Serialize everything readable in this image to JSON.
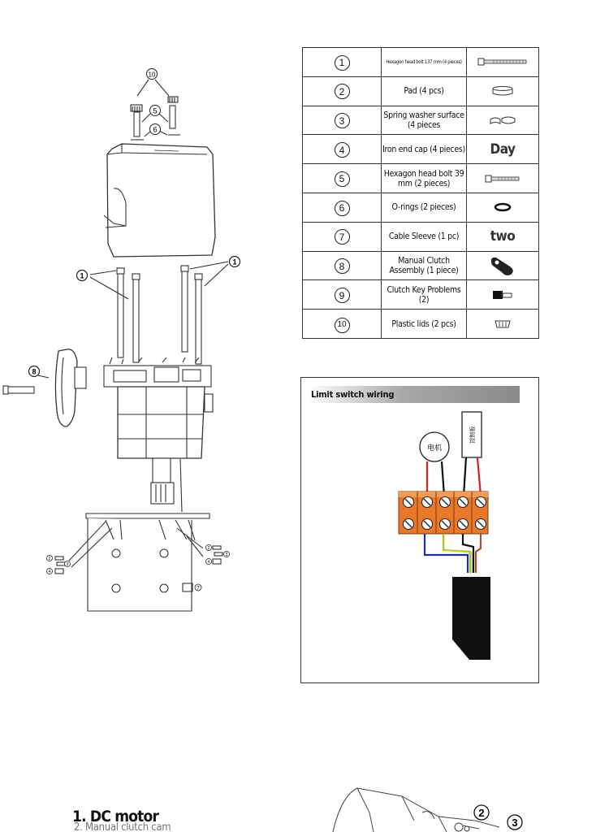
{
  "parts": [
    {
      "num": "1",
      "name": "Hexagon head bolt 137 mm (4 pieces)",
      "picture": ""
    },
    {
      "num": "2",
      "name": "Pad (4 pcs)",
      "picture": ""
    },
    {
      "num": "3",
      "name": "Spring washer surface (4 pieces",
      "picture": ""
    },
    {
      "num": "4",
      "name": "Iron end cap (4 pieces)",
      "picture": "Day"
    },
    {
      "num": "5",
      "name": "Hexagon head bolt 39 mm (2 pieces)",
      "picture": ""
    },
    {
      "num": "6",
      "name": "O-rings (2 pieces)",
      "picture": ""
    },
    {
      "num": "7",
      "name": "Cable Sleeve (1 pc)",
      "picture": "two"
    },
    {
      "num": "8",
      "name": "Manual Clutch Assembly (1 piece)",
      "picture": ""
    },
    {
      "num": "9",
      "name": "Clutch Key Problems (2)",
      "picture": ""
    },
    {
      "num": "10",
      "name": "Plastic lids (2 pcs)",
      "picture": ""
    }
  ],
  "wiring": {
    "title": "Limit switch wiring",
    "motor_label": "电机",
    "switch_label": "控制板"
  },
  "exploded_callouts": {
    "c10": "10",
    "c5": "5",
    "c6": "6",
    "c1_left": "1",
    "c1_right": "1",
    "c8": "8",
    "c2_left": "2",
    "c3_left": "3",
    "c4_left": "4",
    "c2_right": "2",
    "c3_right": "3",
    "c4_right": "4",
    "c7": "7"
  },
  "bottom_list": {
    "item1": "1. DC motor",
    "item2": "2. Manual clutch cam"
  },
  "bottom_callouts": {
    "c2": "2",
    "c3": "3"
  },
  "colors": {
    "terminal": "#e8782a",
    "red_wire": "#d81e1e",
    "blue_wire": "#1c2f9a",
    "green_wire": "#8cc63f",
    "brown_wire": "#a0522d"
  }
}
